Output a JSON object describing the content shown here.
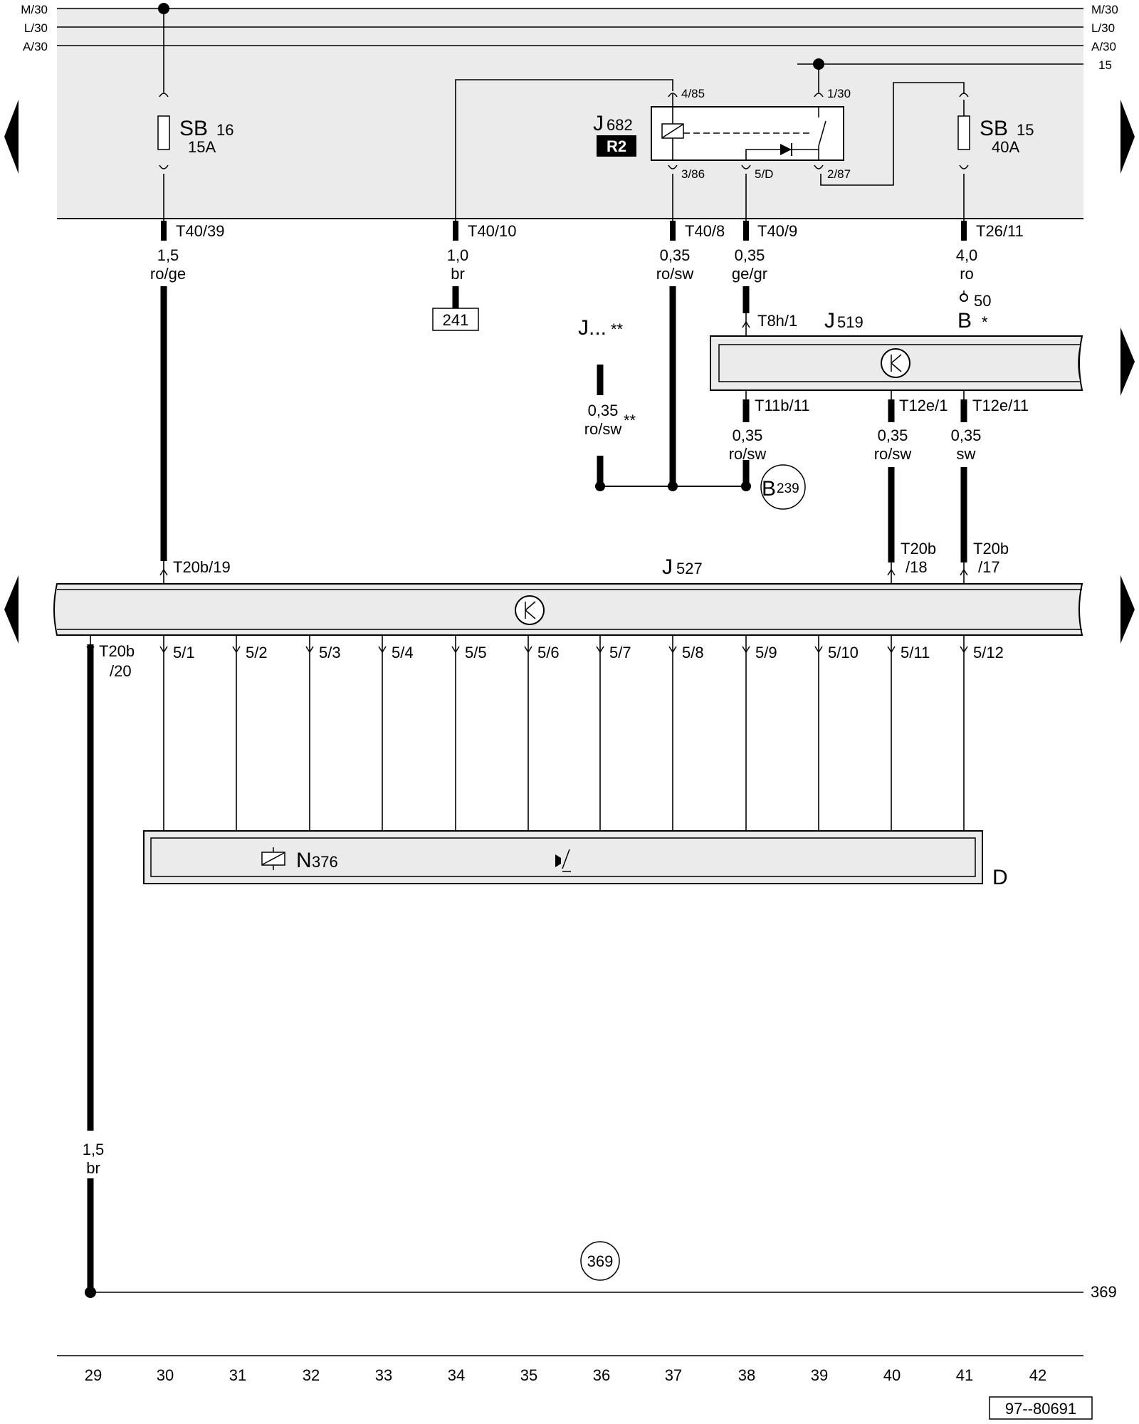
{
  "rails": {
    "left": [
      "M/30",
      "L/30",
      "A/30"
    ],
    "right": [
      "M/30",
      "L/30",
      "A/30",
      "15"
    ]
  },
  "fuses": [
    {
      "name": "SB",
      "num": "16",
      "rating": "15A"
    },
    {
      "name": "SB",
      "num": "15",
      "rating": "40A"
    }
  ],
  "relay": {
    "id": "J",
    "num": "682",
    "badge": "R2",
    "pins": [
      "4/85",
      "3/86",
      "5/D",
      "1/30",
      "2/87"
    ]
  },
  "connectors_top": [
    "T40/39",
    "T40/10",
    "T40/8",
    "T40/9",
    "T26/11"
  ],
  "wires_top": [
    {
      "size": "1,5",
      "color": "ro/ge"
    },
    {
      "size": "1,0",
      "color": "br"
    },
    {
      "size": "0,35",
      "color": "ro/sw"
    },
    {
      "size": "0,35",
      "color": "ge/gr"
    },
    {
      "size": "4,0",
      "color": "ro"
    }
  ],
  "ref_box": "241",
  "terminal_50": "50",
  "b_label": "B",
  "b_star": "*",
  "j_dots": "J...",
  "j_dots_mark": "**",
  "j519": {
    "id": "J",
    "num": "519",
    "pin_in": "T8h/1",
    "pins_out": [
      "T11b/11",
      "T12e/1",
      "T12e/11"
    ]
  },
  "mid_wires": [
    {
      "size": "0,35",
      "color": "ro/sw",
      "mark": "**"
    },
    {
      "size": "0,35",
      "color": "ro/sw"
    },
    {
      "size": "0,35",
      "color": "ro/sw"
    },
    {
      "size": "0,35",
      "color": "sw"
    }
  ],
  "b239": {
    "letter": "B",
    "num": "239"
  },
  "j527": {
    "id": "J",
    "num": "527",
    "pins_top": [
      "T20b/19",
      "T20b",
      "/18",
      "T20b",
      "/17"
    ],
    "pins_bottom": [
      "T20b",
      "/20",
      "5/1",
      "5/2",
      "5/3",
      "5/4",
      "5/5",
      "5/6",
      "5/7",
      "5/8",
      "5/9",
      "5/10",
      "5/11",
      "5/12"
    ]
  },
  "n376": {
    "id": "N",
    "num": "376"
  },
  "d_label": "D",
  "ground_wire": {
    "size": "1,5",
    "color": "br"
  },
  "ground_ref": "369",
  "right_ref": "369",
  "columns": [
    "29",
    "30",
    "31",
    "32",
    "33",
    "34",
    "35",
    "36",
    "37",
    "38",
    "39",
    "40",
    "41",
    "42"
  ],
  "doc_code": "97--80691"
}
